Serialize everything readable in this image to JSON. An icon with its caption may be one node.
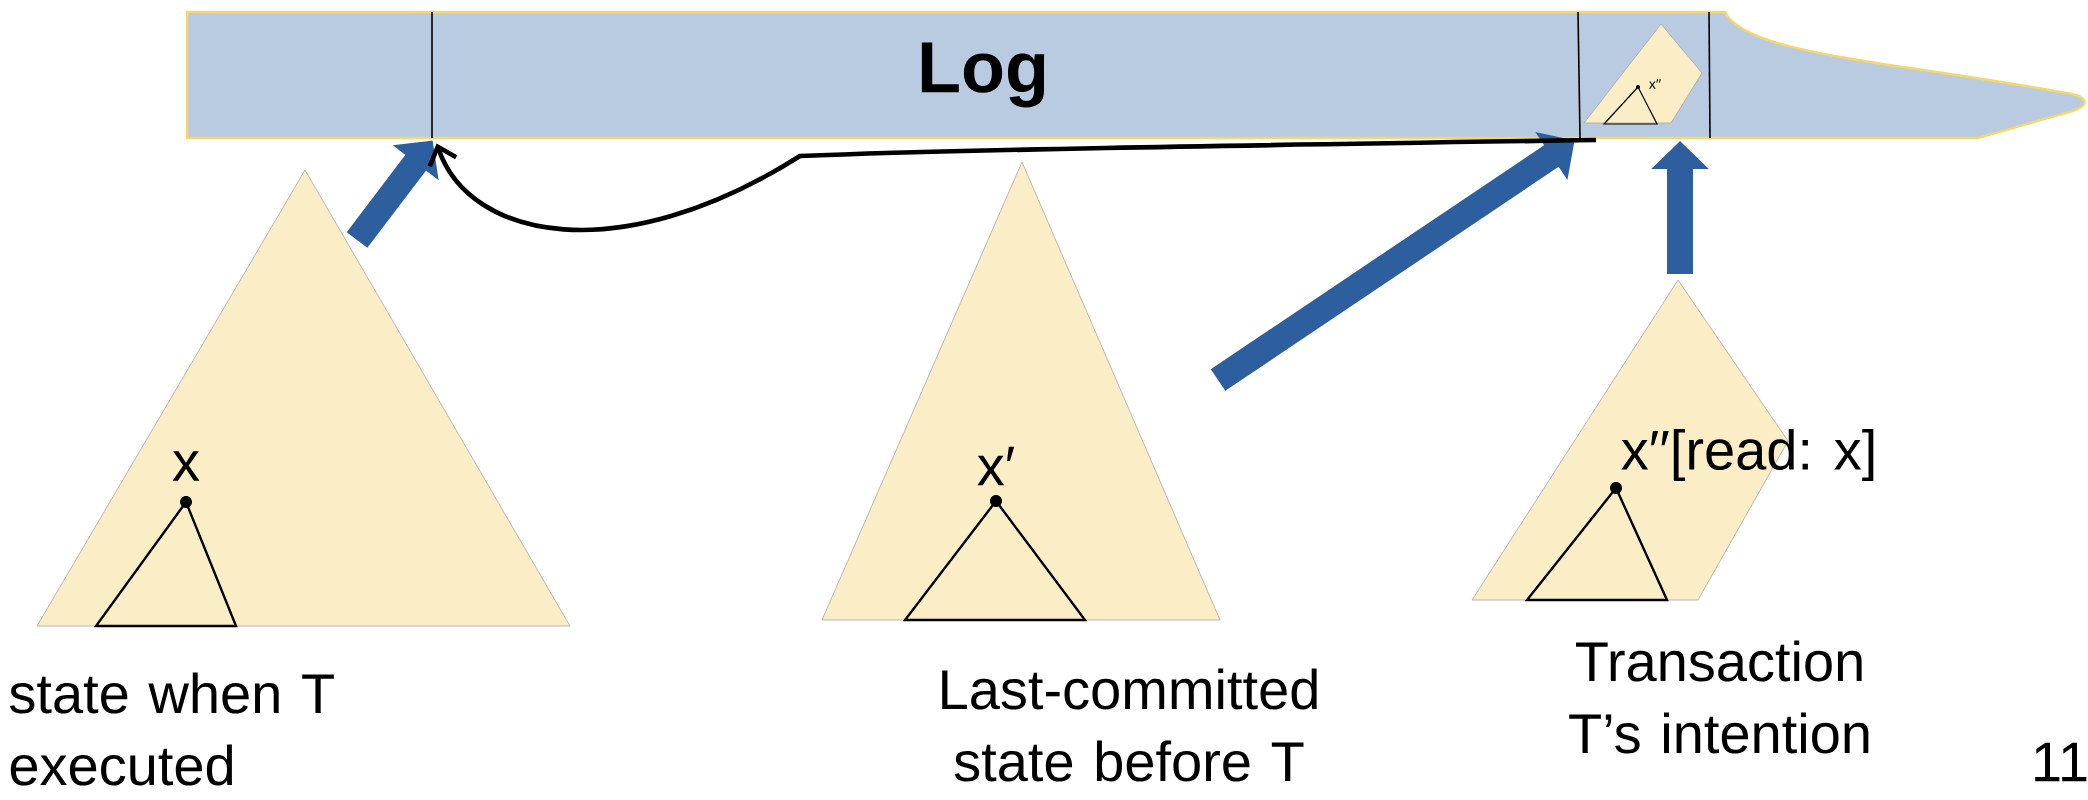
{
  "diagram": {
    "nodes": [
      {
        "text": [
          "Log"
        ]
      },
      {
        "text": [
          "x′′"
        ],
        "in": 0
      },
      {
        "text": [
          "x"
        ],
        "beside": [
          "state when T executed"
        ]
      },
      {
        "text": [
          "x′"
        ],
        "beside": [
          "Last-committed state before T"
        ]
      },
      {
        "text": [
          "x′′[read: x]"
        ],
        "beside": [
          "Transaction T’s intention"
        ]
      }
    ],
    "edges": [
      {
        "from": 2,
        "to": 0,
        "arrow": "to"
      },
      {
        "from": 3,
        "to": 0,
        "arrow": "to"
      },
      {
        "from": 4,
        "to": 1,
        "arrow": "to"
      },
      {
        "from": 1,
        "to": 0,
        "arrow": "to",
        "color": "#000000"
      }
    ],
    "labels": [
      "11"
    ]
  }
}
